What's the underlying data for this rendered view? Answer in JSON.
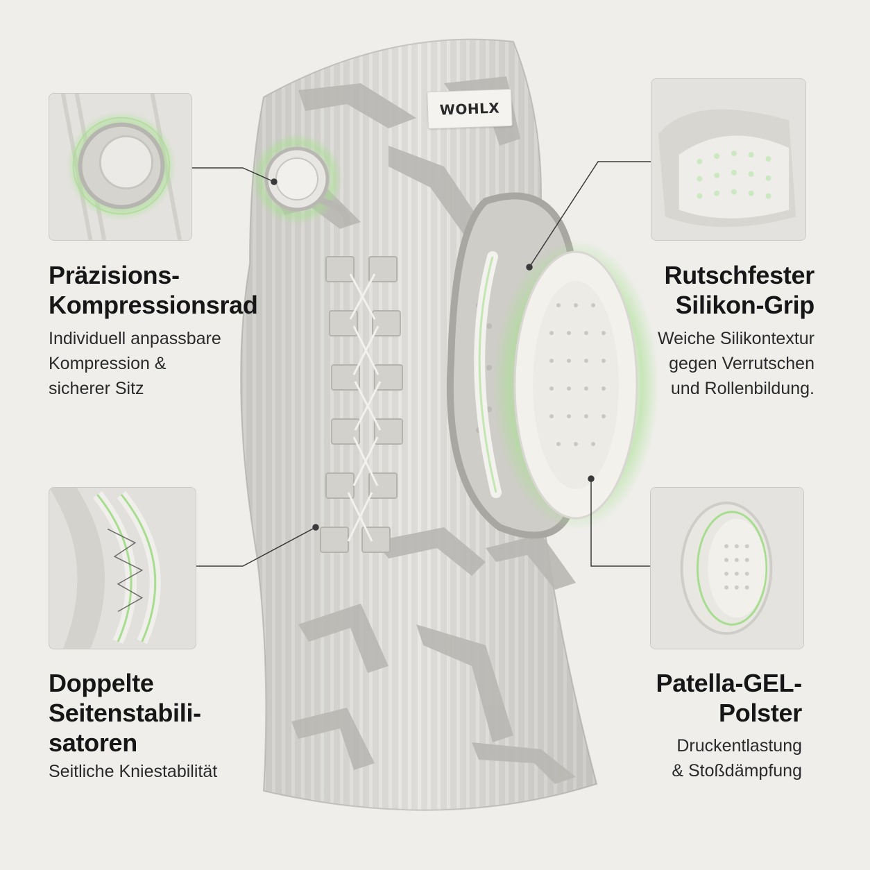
{
  "brand": {
    "label": "WOHLX"
  },
  "features": {
    "dial": {
      "title": "Präzisions-\nKompressionsrad",
      "description": "Individuell anpassbare\nKompression &\nsicherer Sitz"
    },
    "grip": {
      "title": "Rutschfester\nSilikon-Grip",
      "description": "Weiche Silikontextur\ngegen Verrutschen\nund Rollenbildung."
    },
    "stabilizers": {
      "title": "Doppelte\nSeitenstabili-\nsatoren",
      "description": "Seitliche Kniestabilität"
    },
    "gel": {
      "title": "Patella-GEL-\nPolster",
      "description": "Druckentlastung\n& Stoßdämpfung"
    }
  },
  "colors": {
    "background": "#efeeeb",
    "accent_glow": "#9fdc8a",
    "fabric": "#dcdbd7",
    "pattern": "#b3b2ae",
    "connector": "#3a3a3a"
  },
  "icons": {
    "dial": "compression-dial-icon",
    "grip": "silicone-grip-icon",
    "stabilizer": "side-stabilizer-icon",
    "pad": "gel-pad-icon"
  }
}
